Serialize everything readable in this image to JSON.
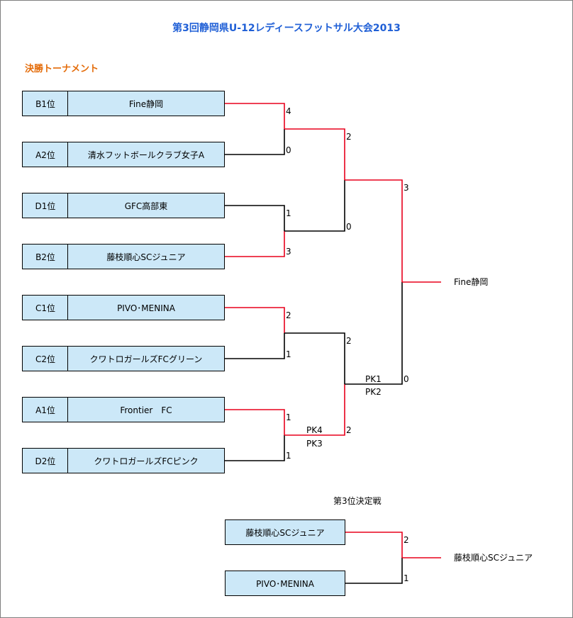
{
  "title": "第3回静岡県U-12レディースフットサル大会2013",
  "subtitle": "決勝トーナメント",
  "line_colors": {
    "winner": "#e8001c",
    "loser": "#000000"
  },
  "box_color": "#cce8f8",
  "teams": [
    {
      "seed": "B1位",
      "name": "Fine静岡"
    },
    {
      "seed": "A2位",
      "name": "清水フットボールクラブ女子A"
    },
    {
      "seed": "D1位",
      "name": "GFC高部東"
    },
    {
      "seed": "B2位",
      "name": "藤枝順心SCジュニア"
    },
    {
      "seed": "C1位",
      "name": "PIVO･MENINA"
    },
    {
      "seed": "C2位",
      "name": "クワトロガールズFCグリーン"
    },
    {
      "seed": "A1位",
      "name": "Frontier　FC"
    },
    {
      "seed": "D2位",
      "name": "クワトロガールズFCピンク"
    }
  ],
  "quarterfinals": [
    {
      "score_top": "4",
      "score_bottom": "0"
    },
    {
      "score_top": "1",
      "score_bottom": "3"
    },
    {
      "score_top": "2",
      "score_bottom": "1"
    },
    {
      "score_top": "1",
      "score_bottom": "1",
      "pk_top": "PK4",
      "pk_bottom": "PK3"
    }
  ],
  "semifinals": [
    {
      "score_top": "2",
      "score_bottom": "0"
    },
    {
      "score_top": "2",
      "score_bottom": "2",
      "pk_top": "PK1",
      "pk_bottom": "PK2"
    }
  ],
  "final": {
    "score_top": "3",
    "score_bottom": "0"
  },
  "champion": "Fine静岡",
  "third_place": {
    "title": "第3位決定戦",
    "teams": [
      "藤枝順心SCジュニア",
      "PIVO･MENINA"
    ],
    "score_top": "2",
    "score_bottom": "1",
    "winner": "藤枝順心SCジュニア"
  }
}
